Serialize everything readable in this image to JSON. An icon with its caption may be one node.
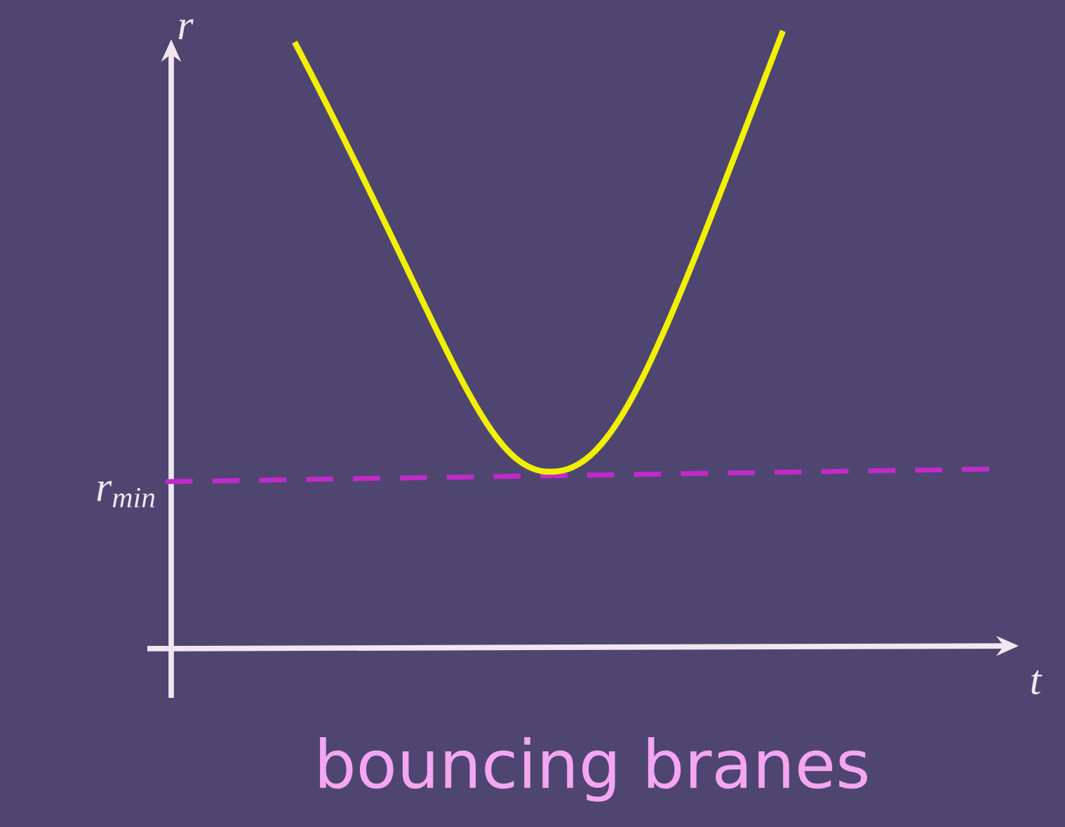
{
  "diagram": {
    "caption": "bouncing branes",
    "labels": [
      "r",
      "r$_{min}$",
      "t"
    ]
  }
}
